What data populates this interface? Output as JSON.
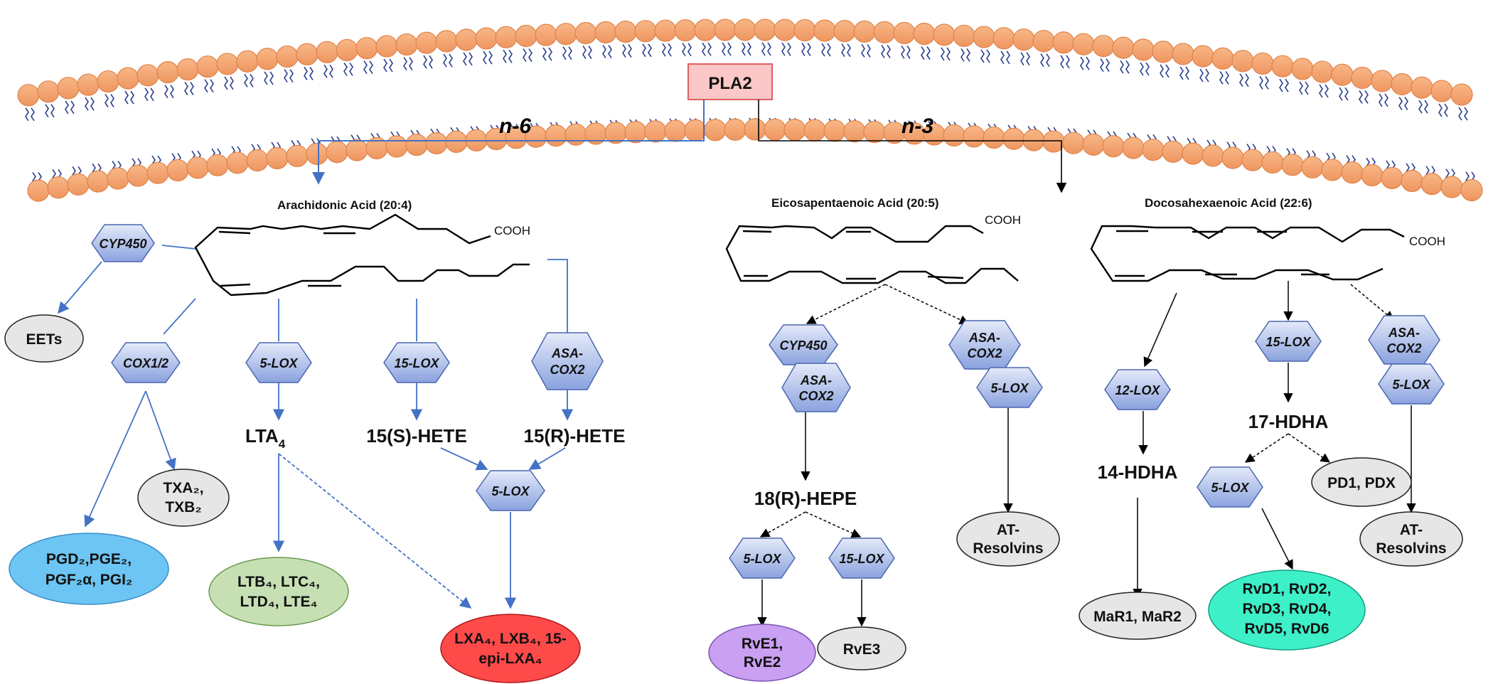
{
  "membrane_label": "PLA2",
  "branch_labels": {
    "n6": "n-6",
    "n3": "n-3"
  },
  "acids": {
    "arachidonic": {
      "name": "Arachidonic Acid (20:4)",
      "cooh": "COOH"
    },
    "epa": {
      "name": "Eicosapentaenoic Acid (20:5)",
      "cooh": "COOH"
    },
    "dha": {
      "name": "Docosahexaenoic Acid (22:6)",
      "cooh": "COOH"
    }
  },
  "enzymes": {
    "cyp450_aa": "CYP450",
    "cox12": "COX1/2",
    "lox5_aa": "5-LOX",
    "lox15_aa": "15-LOX",
    "asacox2_aa": [
      "ASA-",
      "COX2"
    ],
    "lox5_lx": "5-LOX",
    "cyp450_epa": "CYP450",
    "asacox2_epa_a": [
      "ASA-",
      "COX2"
    ],
    "asacox2_epa_b": [
      "ASA-",
      "COX2"
    ],
    "lox5_epa_b": "5-LOX",
    "lox5_rve": "5-LOX",
    "lox15_rve": "15-LOX",
    "lox12_dha": "12-LOX",
    "lox15_dha": "15-LOX",
    "asacox2_dha": [
      "ASA-",
      "COX2"
    ],
    "lox5_dha_b": "5-LOX",
    "lox5_rvd": "5-LOX"
  },
  "intermediates": {
    "lta4": {
      "base": "LTA",
      "sub": "4"
    },
    "hete15s": "15(S)-HETE",
    "hete15r": "15(R)-HETE",
    "hepe18r": "18(R)-HEPE",
    "hdha14": "14-HDHA",
    "hdha17": "17-HDHA"
  },
  "products": {
    "eets": [
      "EETs"
    ],
    "txa": [
      "TXA₂,",
      "TXB₂"
    ],
    "pgd": [
      "PGD₂,PGE₂,",
      "PGF₂α, PGI₂"
    ],
    "ltb": [
      "LTB₄, LTC₄,",
      "LTD₄, LTE₄"
    ],
    "lxa": [
      "LXA₄, LXB₄, 15-",
      "epi-LXA₄"
    ],
    "rve12": [
      "RvE1,",
      "RvE2"
    ],
    "rve3": [
      "RvE3"
    ],
    "at_res_epa": [
      "AT-",
      "Resolvins"
    ],
    "mar": [
      "MaR1, MaR2"
    ],
    "rvd": [
      "RvD1, RvD2,",
      "RvD3, RvD4,",
      "RvD5, RvD6"
    ],
    "pd": [
      "PD1, PDX"
    ],
    "at_res_dha": [
      "AT-",
      "Resolvins"
    ]
  },
  "colors": {
    "lipid_head": "#f4a470",
    "lipid_head_stroke": "#e0834a",
    "lipid_tail": "#2a3f8f",
    "pla2_fill": "#fbc7c7",
    "pla2_stroke": "#e06060",
    "n6_arrow": "#4472c4",
    "n3_arrow": "#000000",
    "enzyme_fill_top": "#dfe6f8",
    "enzyme_fill_bottom": "#8ea6e0",
    "enzyme_stroke": "#4a66b0",
    "grey_product": "#e6e6e6",
    "pg_blue": "#6cc5f2",
    "lt_green": "#c6e0b4",
    "lx_red": "#ff4a4a",
    "rve_purple": "#c9a0f2",
    "rvd_teal": "#3ef0c8"
  }
}
